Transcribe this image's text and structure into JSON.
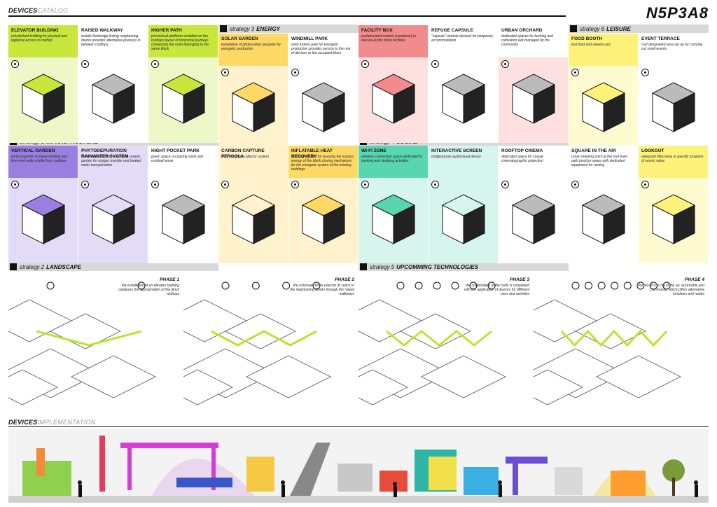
{
  "headers": {
    "catalog": {
      "bold": "DEVICES",
      "grey": "CATALOG"
    },
    "implementation": {
      "bold": "DEVICES",
      "grey": "IMPLEMENTATION"
    },
    "project_code": "N5P3A8"
  },
  "strategies": {
    "s1": {
      "prefix": "strategy 1",
      "name": "INFRASTRUCTURE"
    },
    "s2": {
      "prefix": "strategy 2",
      "name": "LANDSCAPE"
    },
    "s3": {
      "prefix": "strategy 3",
      "name": "ENERGY"
    },
    "s4": {
      "prefix": "strategy 4",
      "name": "SOCIAL"
    },
    "s5": {
      "prefix": "strategy 5",
      "name": "UPCOMMING TECHNOLOGIES"
    },
    "s6": {
      "prefix": "strategy 6",
      "name": "LEISURE"
    }
  },
  "cards_row1": [
    {
      "title": "ELEVATOR BUILDING",
      "desc": "refurbished building for physical and logistical access to rooftop",
      "color": "#eef7c8",
      "band": "#c8e63c"
    },
    {
      "title": "RAISED WALKWAY",
      "desc": "mobile footbridge linking neighboring blocks provides alternative journeys in between rooftops",
      "color": "#ffffff",
      "band": "#ffffff"
    },
    {
      "title": "HIGHER PATH",
      "desc": "provisional platforms installed on the rooftops layout of horizontal journeys connecting the roofs belonging to the same block",
      "color": "#eef7c8",
      "band": "#c8e63c"
    },
    {
      "title": "SOLAR GARDEN",
      "desc": "installation of photovoltaic pergolas for energetic production",
      "color": "#fff2cc",
      "band": "#ffd966"
    },
    {
      "title": "WINDMILL PARK",
      "desc": "wind turbine park for energetic production provides service to the rest of devices or the occupied block",
      "color": "#ffffff",
      "band": "#ffffff"
    },
    {
      "title": "FACILITY BOX",
      "desc": "prefabricated module (container) to alocate public block facilities",
      "color": "#fde0e0",
      "band": "#f28b8b"
    },
    {
      "title": "REFUGE CAPSULE",
      "desc": "\"capsule\" module devised for temporary accommodation",
      "color": "#ffffff",
      "band": "#ffffff"
    },
    {
      "title": "URBAN ORCHARD",
      "desc": "dedicated spaces for farming and cultivation self-managed by the community",
      "color": "#fde0e0",
      "band": "#ffffff"
    },
    {
      "title": "FOOD BOOTH",
      "desc": "fast food and sweets cart",
      "color": "#fffbd0",
      "band": "#fff27a"
    },
    {
      "title": "EVENT TERRACE",
      "desc": "roof designated area set up for carrying out small events",
      "color": "#ffffff",
      "band": "#ffffff"
    }
  ],
  "cards_row2": [
    {
      "title": "VERTICAL GARDEN",
      "desc": "vertical garden to those dividing and front-end walls visible from rooftops",
      "color": "#e4dcf7",
      "band": "#9b7fe0"
    },
    {
      "title": "PHYTODEPURATION RAINWATER SYSTEM",
      "desc": "water collection and treatment system, garden for oxygen transfer and treated water transportation",
      "color": "#e4dcf7",
      "band": "#e4dcf7"
    },
    {
      "title": "HIGHT POCKET PARK",
      "desc": "green space occupying voids and residual areas",
      "color": "#ffffff",
      "band": "#ffffff"
    },
    {
      "title": "CARBON CAPTURE PERGOLA",
      "desc": "CO2 pergolas collector system",
      "color": "#fff2cc",
      "band": "#fff2cc"
    },
    {
      "title": "INFLATABLE HEAT RECOVERY",
      "desc": "recovery system for re-using the surplus energy of the block closing mechanism for the energetic system of the existing buildings",
      "color": "#fff2cc",
      "band": "#ffd966"
    },
    {
      "title": "WI-FI ZONE",
      "desc": "wireless connection space dedicated to working and studying activities",
      "color": "#d6f5ec",
      "band": "#58d6b0"
    },
    {
      "title": "INTERACTIVE SCREEN",
      "desc": "multipurpose audiovisual device",
      "color": "#d6f5ec",
      "band": "#d6f5ec"
    },
    {
      "title": "ROOFTOP CINEMA",
      "desc": "dedicated space for casual cinematographic projection",
      "color": "#ffffff",
      "band": "#ffffff"
    },
    {
      "title": "SQUARE IN THE AIR",
      "desc": "urban meeting point at the roof level path junction space with dedicated equipment for resting",
      "color": "#ffffff",
      "band": "#ffffff"
    },
    {
      "title": "LOOKOUT",
      "desc": "viewpoint lifted area in specific locations of scenic value",
      "color": "#fffbd0",
      "band": "#fff27a"
    }
  ],
  "phases": [
    {
      "title": "PHASE 1",
      "desc": "the installation of an elevator building catalyzes the appropriation of the block rooftops"
    },
    {
      "title": "PHASE 2",
      "desc": "the colonized block extends its reach to the neighboring blocks through the raised walkways"
    },
    {
      "title": "PHASE 3",
      "desc": "the colonization or the roofs is completed with the application of devices for different uses and activities"
    },
    {
      "title": "PHASE 4",
      "desc": "the result is a city in the air, accessible and community, which offers alternative functions and routes"
    }
  ]
}
